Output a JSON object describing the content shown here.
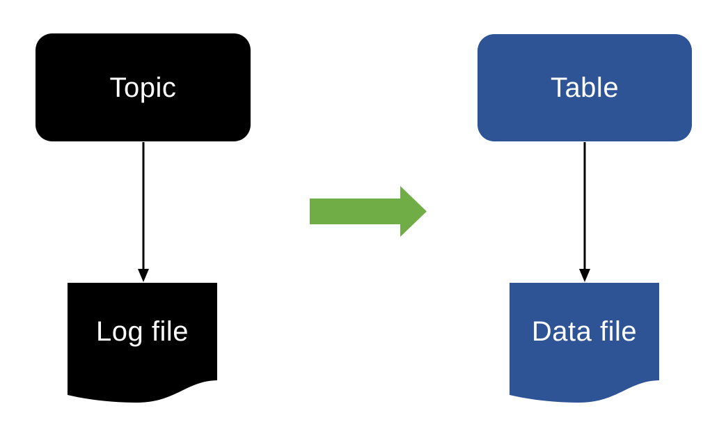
{
  "diagram": {
    "background": "#FFFFFF",
    "groups": [
      {
        "id": "source",
        "node_label": "Topic",
        "file_label": "Log file",
        "color": "#000000"
      },
      {
        "id": "target",
        "node_label": "Table",
        "file_label": "Data file",
        "color": "#2F5496"
      }
    ],
    "transform_arrow": {
      "icon": "right-block-arrow-icon",
      "color": "#70AD47"
    },
    "connector": {
      "color": "#000000"
    },
    "text_color": "#FFFFFF"
  }
}
